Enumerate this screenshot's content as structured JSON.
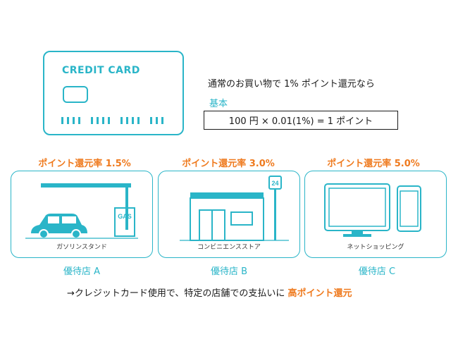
{
  "card": {
    "title": "CREDIT CARD"
  },
  "intro": {
    "text": "通常のお買い物で 1% ポイント還元なら"
  },
  "formula": {
    "label": "基本",
    "expression": "100 円 × 0.01(1%) = 1 ポイント"
  },
  "shops": [
    {
      "rate": "ポイント還元率 1.5%",
      "caption": "ガソリンスタンド",
      "label": "優待店 A",
      "sign": "GAS",
      "icon": "gas-station-icon"
    },
    {
      "rate": "ポイント還元率 3.0%",
      "caption": "コンビニエンスストア",
      "label": "優待店 B",
      "sign": "24",
      "icon": "convenience-store-icon"
    },
    {
      "rate": "ポイント還元率 5.0%",
      "caption": "ネットショッピング",
      "label": "優待店 C",
      "icon": "monitor-phone-icon"
    }
  ],
  "conclusion": {
    "text": "→クレジットカード使用で、特定の店舗での支払いに",
    "highlight": "高ポイント還元"
  },
  "colors": {
    "accent": "#2ab5c8",
    "highlight": "#ef7a1e",
    "text": "#1a1a1a"
  }
}
